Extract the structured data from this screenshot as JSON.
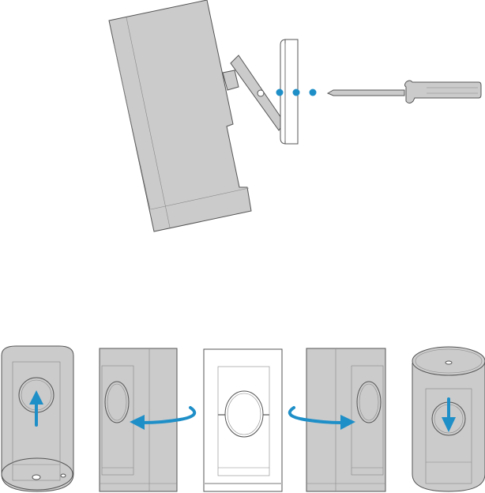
{
  "figure": {
    "steps": [
      "remove-mounting-plate",
      "rotate-and-attach"
    ],
    "colors": {
      "accent": "#1f8fc8",
      "device": "#cbcbcb",
      "outline": "#555555"
    },
    "icons": [
      "camera-device",
      "mounting-bracket",
      "mounting-plate",
      "screwdriver",
      "arrow-up",
      "curved-arrow-left",
      "curved-arrow-right",
      "arrow-down"
    ]
  }
}
